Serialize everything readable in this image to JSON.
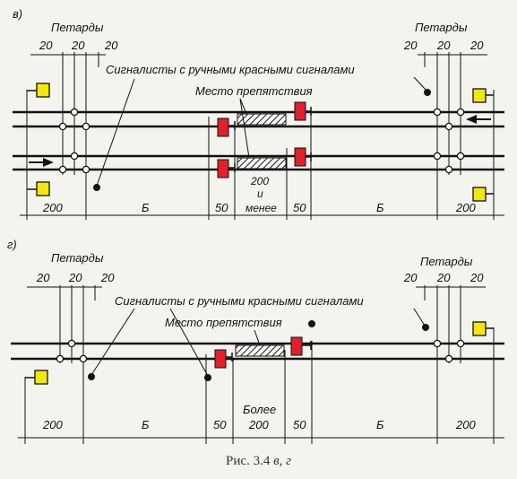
{
  "colors": {
    "line": "#111111",
    "signal_red": "#e0202a",
    "signal_yellow": "#f2e80f",
    "hatch": "#111111"
  },
  "icons": [
    "red-signal-icon",
    "yellow-signal-icon",
    "petard-icon",
    "signalman-icon",
    "arrow-icon"
  ],
  "panel_v": {
    "letter": "в)",
    "petards_left": "Петарды",
    "petards_right": "Петарды",
    "spacing": [
      "20",
      "20",
      "20"
    ],
    "signalmen": "Сигналисты с ручными красными сигналами",
    "obstacle": "Место препятствия",
    "dims": {
      "d200": "200",
      "b": "Б",
      "d50": "50",
      "mid_1": "200",
      "mid_2": "и",
      "mid_3": "менее"
    }
  },
  "panel_g": {
    "letter": "г)",
    "petards_left": "Петарды",
    "petards_right": "Петарды",
    "spacing": [
      "20",
      "20",
      "20"
    ],
    "signalmen": "Сигналисты с ручными красными сигналами",
    "obstacle": "Место препятствия",
    "dims": {
      "d200": "200",
      "b": "Б",
      "d50": "50",
      "mid_1": "Более",
      "mid_2": "200"
    }
  },
  "caption": {
    "prefix": "Рис. 3.4",
    "letters": "в, г"
  }
}
